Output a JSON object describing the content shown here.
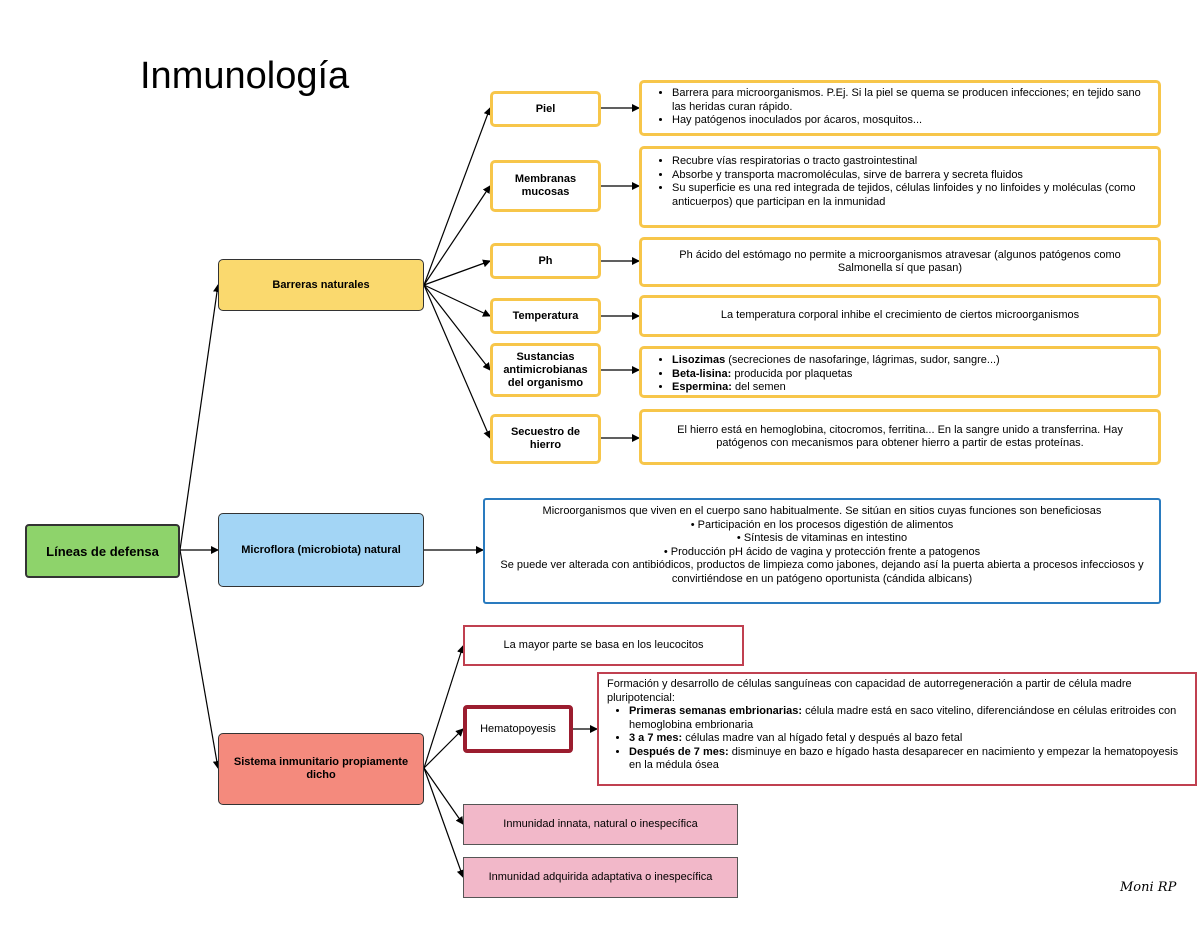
{
  "title": "Inmunología",
  "signature": "Moni RP",
  "colors": {
    "yellow": "#f7c64a",
    "yellow_fill": "#fad96e",
    "green": "#8ed36b",
    "blue": "#a3d5f5",
    "salmon": "#f48a7d",
    "pink": "#f2b8c9",
    "dark_red": "#9b1d2f"
  },
  "root": "Líneas de defensa",
  "barreras": {
    "label": "Barreras naturales",
    "piel": {
      "label": "Piel",
      "items": [
        "Barrera para microorganismos. P.Ej. Si la piel se quema se producen infecciones; en tejido sano las heridas curan rápido.",
        "Hay patógenos inoculados por ácaros, mosquitos..."
      ]
    },
    "membranas": {
      "label": "Membranas mucosas",
      "items": [
        "Recubre vías respiratorias o tracto gastrointestinal",
        "Absorbe y transporta macromoléculas, sirve de barrera y secreta fluidos",
        "Su superficie es una red integrada de tejidos, células linfoides y no linfoides y moléculas (como anticuerpos) que participan en la inmunidad"
      ]
    },
    "ph": {
      "label": "Ph",
      "text": "Ph ácido del estómago no permite a microorganismos atravesar (algunos patógenos como Salmonella sí que pasan)"
    },
    "temperatura": {
      "label": "Temperatura",
      "text": "La temperatura corporal inhibe el crecimiento de ciertos microorganismos"
    },
    "sustancias": {
      "label": "Sustancias antimicrobianas del organismo",
      "items": [
        {
          "b": "Lisozimas",
          "t": " (secreciones de nasofaringe, lágrimas, sudor, sangre...)"
        },
        {
          "b": "Beta-lisina:",
          "t": " producida por plaquetas"
        },
        {
          "b": "Espermina:",
          "t": " del semen"
        }
      ]
    },
    "hierro": {
      "label": "Secuestro de hierro",
      "text": "El hierro está en hemoglobina, citocromos, ferritina... En la sangre unido a transferrina. Hay patógenos con mecanismos para obtener hierro a partir de estas proteínas."
    }
  },
  "microflora": {
    "label": "Microflora (microbiota) natural",
    "intro": "Microorganismos que viven en el cuerpo sano habitualmente. Se sitúan en sitios cuyas funciones son beneficiosas",
    "items": [
      "Participación en los procesos digestión de alimentos",
      "Síntesis de vitaminas en intestino",
      "Producción pH ácido de vagina y protección frente a patogenos"
    ],
    "outro": "Se puede ver alterada con antibiódicos, productos de limpieza como jabones, dejando así la puerta abierta a procesos infecciosos y convirtiéndose en un patógeno oportunista (cándida albicans)"
  },
  "sistema": {
    "label": "Sistema inmunitario propiamente dicho",
    "leucocitos": "La mayor parte se basa en los leucocitos",
    "hemato": {
      "label": "Hematopoyesis",
      "intro": "Formación y desarrollo de células sanguíneas con capacidad de autorregeneración a partir de célula madre pluripotencial:",
      "items": [
        {
          "b": "Primeras semanas embrionarias:",
          "t": " célula madre está en saco vitelino, diferenciándose en células eritroides con hemoglobina embrionaria"
        },
        {
          "b": "3 a 7 mes:",
          "t": " células madre van al hígado fetal y después al bazo fetal"
        },
        {
          "b": "Después de 7 mes:",
          "t": " disminuye en bazo e hígado hasta desaparecer en nacimiento y empezar la hematopoyesis en la médula ósea"
        }
      ]
    },
    "innata": "Inmunidad innata, natural o inespecífica",
    "adquirida": "Inmunidad adquirida adaptativa o inespecífica"
  }
}
